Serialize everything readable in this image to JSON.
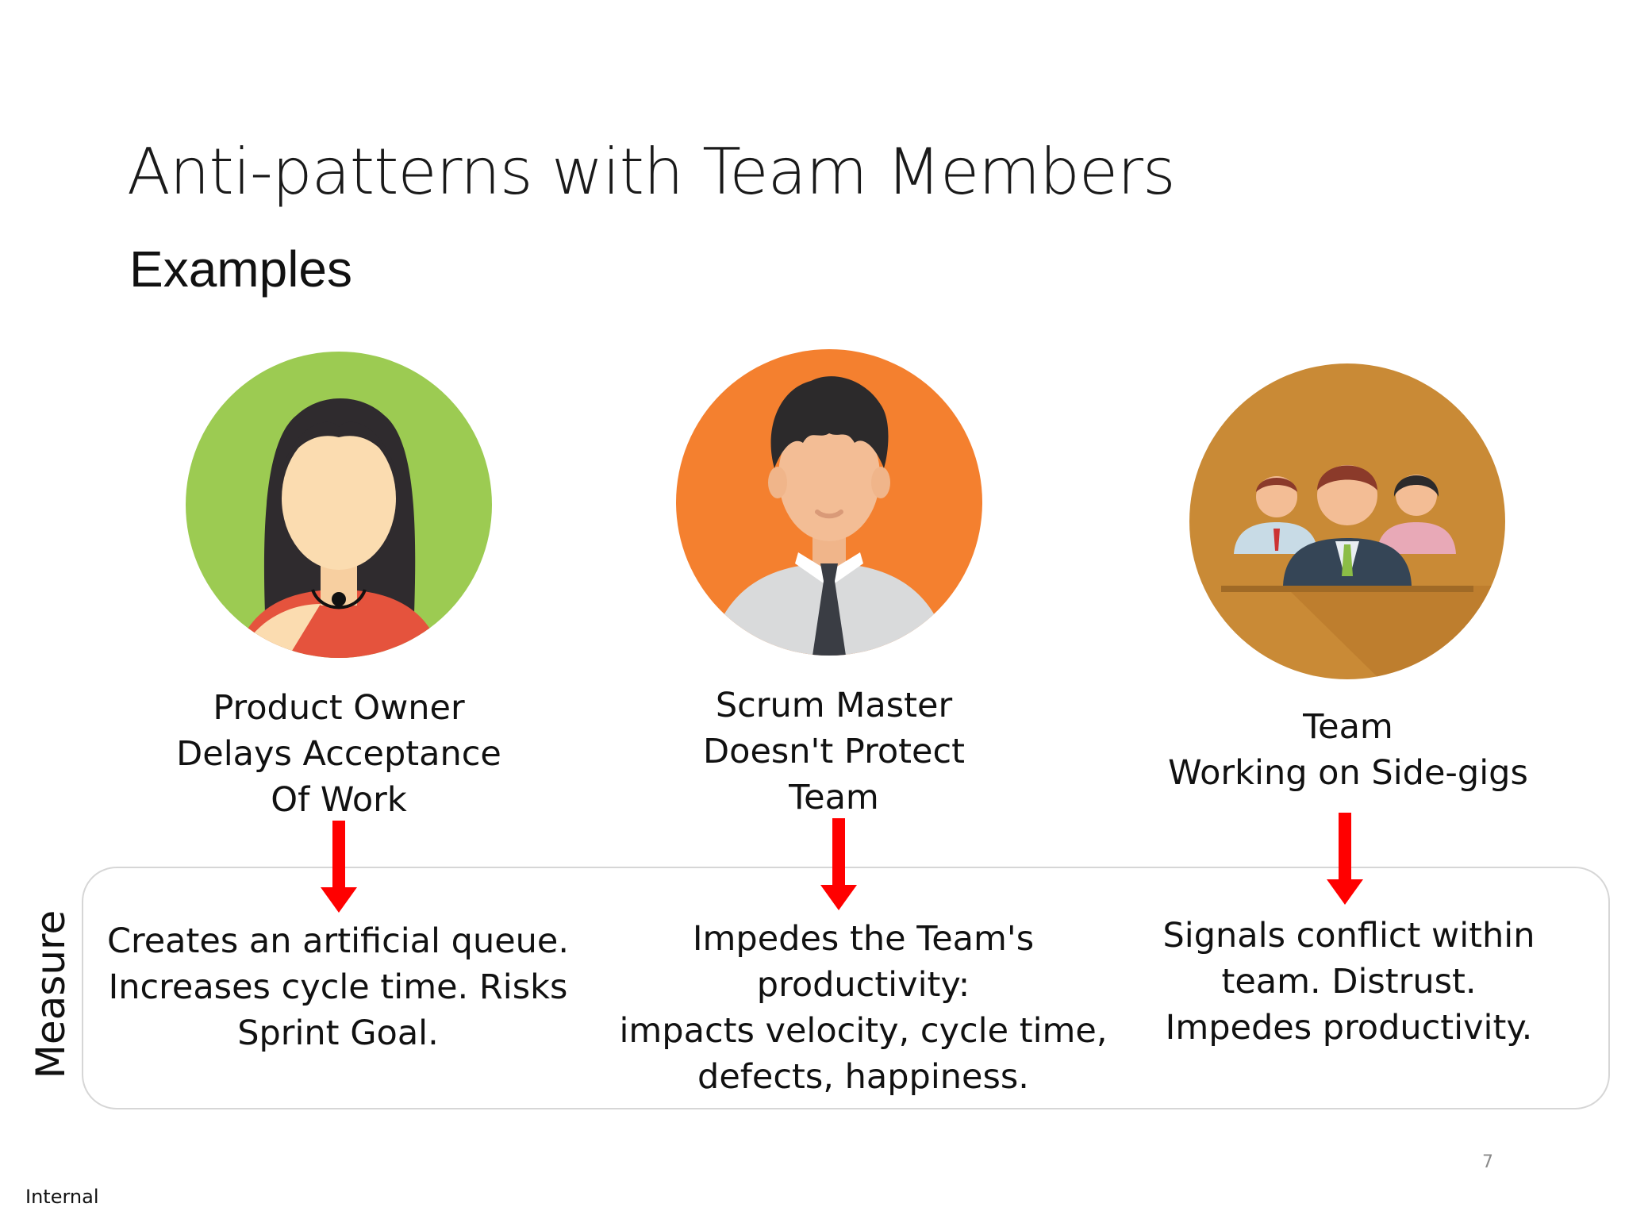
{
  "slide": {
    "title": "Anti-patterns with Team Members",
    "subtitle": "Examples",
    "page_number": "7",
    "classification": "Internal"
  },
  "colors": {
    "arrow_red": "#ff0000",
    "product_owner_bg": "#9ccb52",
    "scrum_master_bg": "#f4802f",
    "team_bg": "#c98a36"
  },
  "roles": [
    {
      "icon": "product-owner-avatar-icon",
      "lines": [
        "Product Owner",
        "Delays Acceptance",
        "Of Work"
      ]
    },
    {
      "icon": "scrum-master-avatar-icon",
      "lines": [
        "Scrum Master",
        "Doesn't Protect",
        "Team"
      ]
    },
    {
      "icon": "team-avatar-icon",
      "lines": [
        "Team",
        "Working on Side-gigs"
      ]
    }
  ],
  "measure": {
    "label": "Measure",
    "effects": [
      {
        "lines": [
          "Creates an artificial queue.",
          "Increases cycle time. Risks",
          "Sprint Goal."
        ]
      },
      {
        "lines": [
          "Impedes the Team's",
          "productivity:",
          "impacts velocity, cycle time,",
          "defects, happiness."
        ]
      },
      {
        "lines": [
          "Signals conflict within",
          "team.  Distrust.",
          "Impedes productivity."
        ]
      }
    ]
  }
}
